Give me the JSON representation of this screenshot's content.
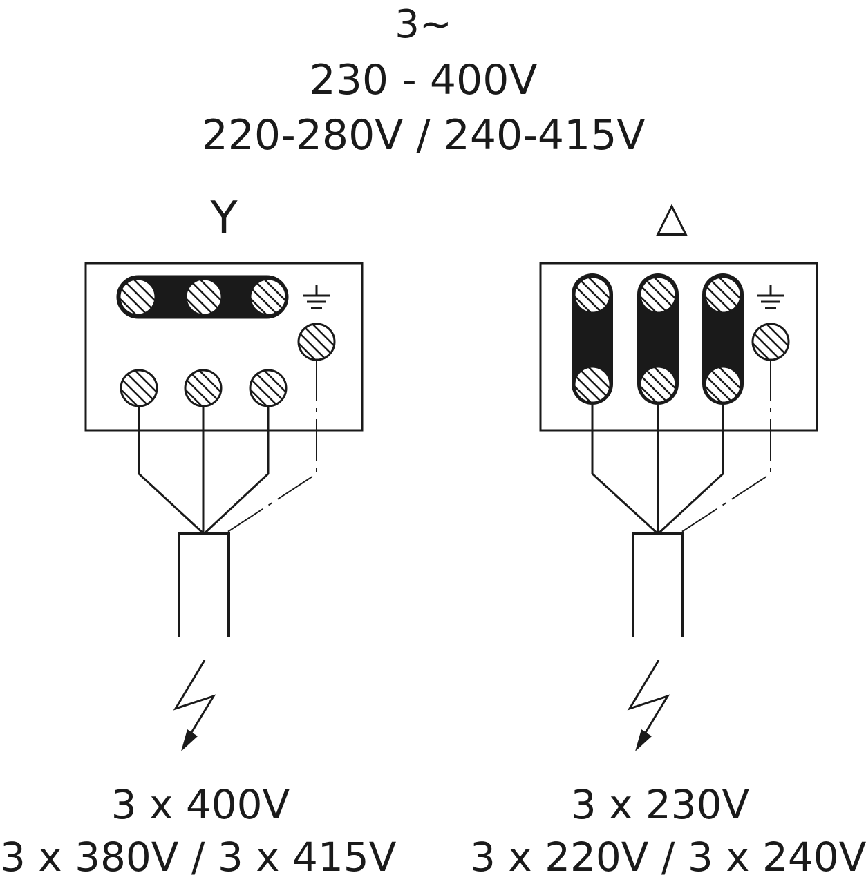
{
  "header": {
    "phase": "3~",
    "voltage_line1": "230 - 400V",
    "voltage_line2": "220-280V / 240-415V"
  },
  "star_panel": {
    "symbol": "Y",
    "voltage_line1": "3 x 400V",
    "voltage_line2": "3 x 380V / 3 x 415V"
  },
  "delta_panel": {
    "symbol": "△",
    "voltage_line1": "3 x 230V",
    "voltage_line2": "3 x 220V / 3 x 240V"
  },
  "icons": [
    "terminal-screw-icon",
    "ground-icon",
    "lightning-arrow-icon",
    "cable-icon"
  ],
  "colors": {
    "line": "#1a1a1a",
    "terminal_fill": "#ffffff",
    "bridge_fill": "#1a1a1a"
  }
}
